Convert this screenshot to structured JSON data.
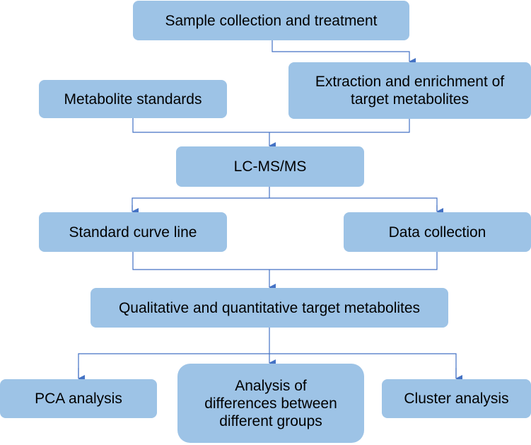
{
  "nodes": {
    "sample_collection": {
      "lines": [
        "Sample collection and treatment"
      ]
    },
    "metabolite_standards": {
      "lines": [
        "Metabolite standards"
      ]
    },
    "extraction": {
      "lines": [
        "Extraction and enrichment of",
        "target metabolites"
      ]
    },
    "lcmsms": {
      "lines": [
        "LC-MS/MS"
      ]
    },
    "standard_curve": {
      "lines": [
        "Standard curve line"
      ]
    },
    "data_collection": {
      "lines": [
        "Data collection"
      ]
    },
    "qualitative_quantitative": {
      "lines": [
        "Qualitative and quantitative target metabolites"
      ]
    },
    "pca_analysis": {
      "lines": [
        "PCA analysis"
      ]
    },
    "group_differences": {
      "lines": [
        "Analysis of",
        "differences between",
        "different groups"
      ]
    },
    "cluster_analysis": {
      "lines": [
        "Cluster analysis"
      ]
    }
  },
  "colors": {
    "box_fill": "#9dc3e6",
    "connector": "#4472c4",
    "text": "#000000"
  }
}
